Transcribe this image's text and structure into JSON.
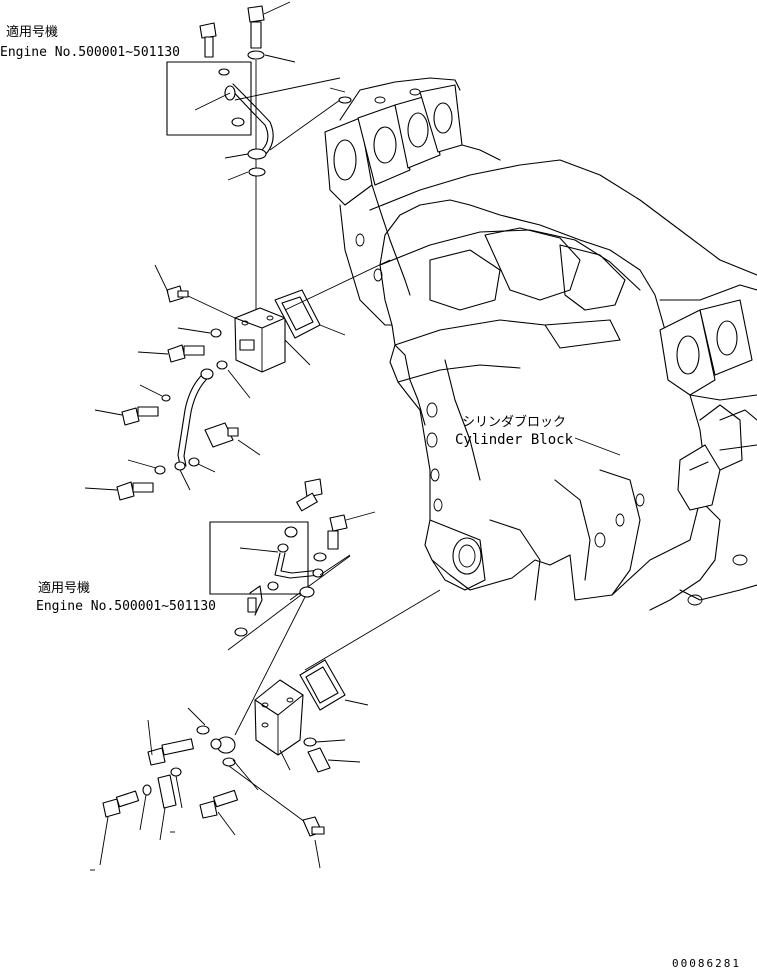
{
  "applicability_notes": [
    {
      "label_jp": "適用号機",
      "label_en": "Engine No.500001~501130"
    },
    {
      "label_jp": "適用号機",
      "label_en": "Engine No.500001~501130"
    }
  ],
  "main_component": {
    "label_jp": "シリンダブロック",
    "label_en": "Cylinder Block"
  },
  "drawing_number": "00086281"
}
